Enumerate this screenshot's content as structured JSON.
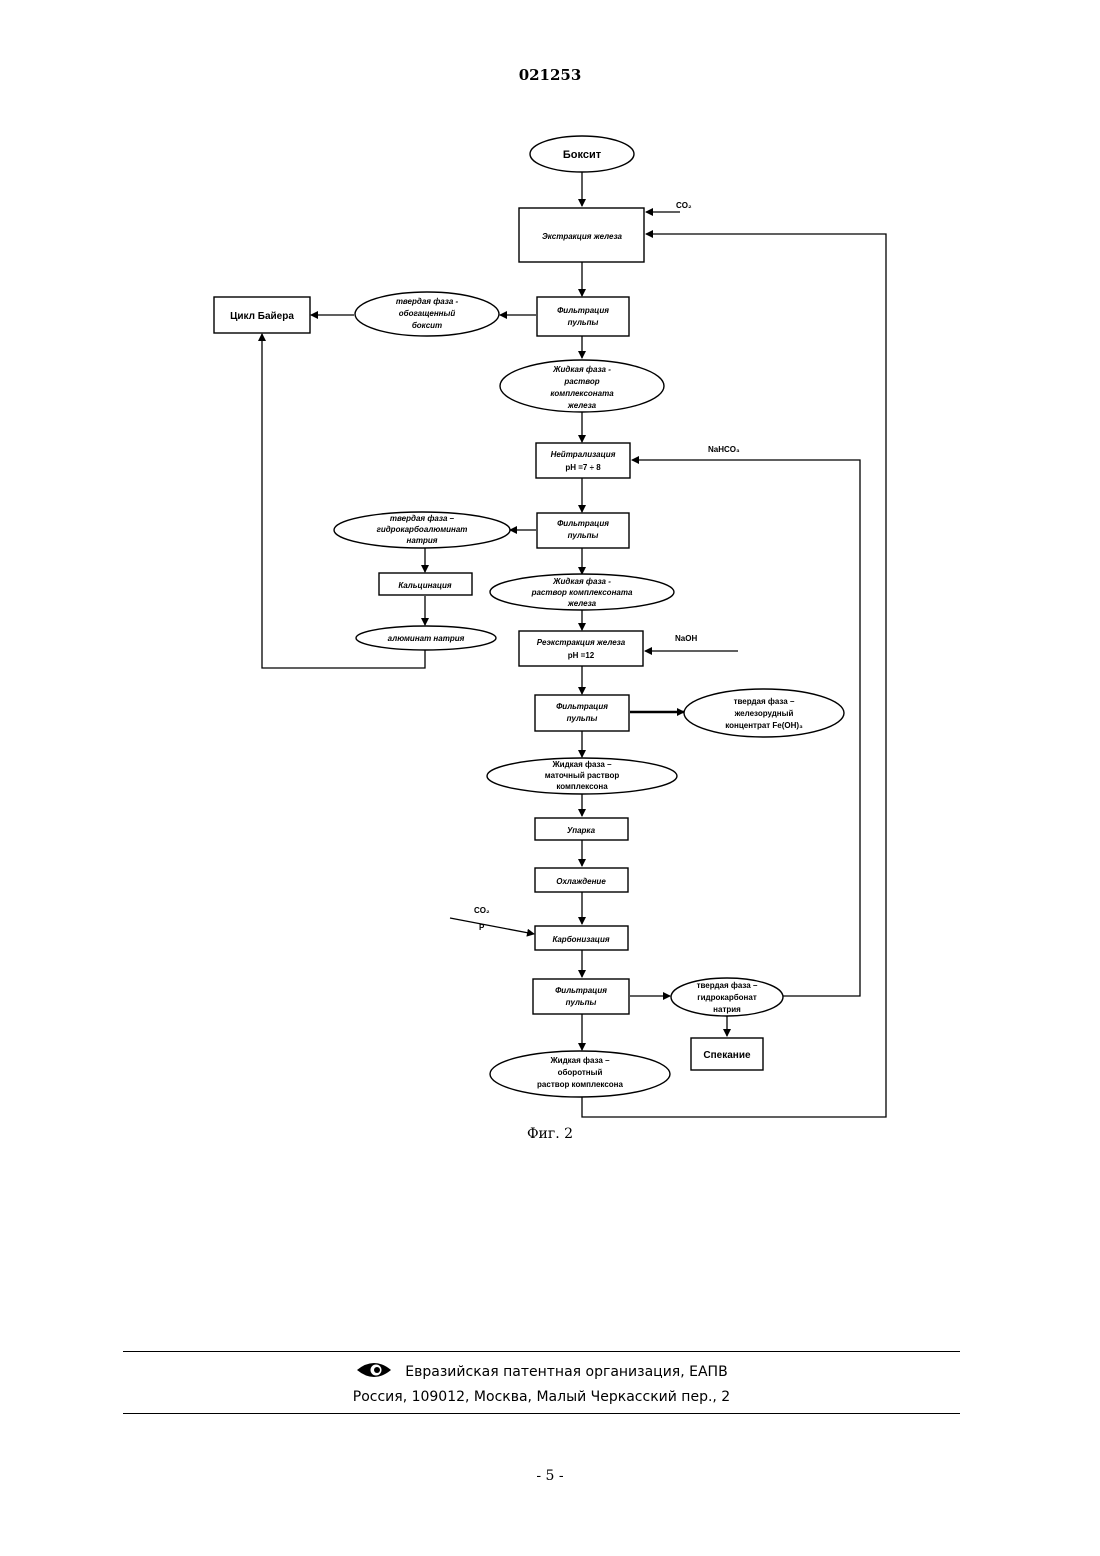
{
  "header": {
    "doc_number": "021253"
  },
  "flowchart": {
    "nodes": {
      "bauxite": "Боксит",
      "co2_top": "CO₂",
      "iron_extraction": "Экстракция железа",
      "bayer_cycle": "Цикл Байера",
      "solid_enriched": [
        "твердая фаза -",
        "обогащенный",
        "боксит"
      ],
      "filtration_1": [
        "Фильтрация",
        "пульпы"
      ],
      "liquid_1": [
        "Жидкая фаза -",
        "раствор",
        "комплексоната",
        "железа"
      ],
      "neutralization": [
        "Нейтрализация",
        "pH =7 ÷ 8"
      ],
      "nahco3": "NaHCO₃",
      "solid_hydrocarboaluminate": [
        "твердая фаза –",
        "гидрокарбоалюминат",
        "натрия"
      ],
      "filtration_2": [
        "Фильтрация",
        "пульпы"
      ],
      "calcination": "Кальцинация",
      "liquid_2": [
        "Жидкая фаза -",
        "раствор комплексоната",
        "железа"
      ],
      "sodium_aluminate": "алюминат натрия",
      "reextraction": [
        "Реэкстракция железа",
        "pH =12"
      ],
      "naoh": "NaOH",
      "filtration_3": [
        "Фильтрация",
        "пульпы"
      ],
      "solid_iron_concentrate": [
        "твердая фаза –",
        "железорудный",
        "концентрат Fe(OH)₃"
      ],
      "liquid_mother": [
        "Жидкая фаза –",
        "маточный раствор",
        "комплексона"
      ],
      "evaporation": "Упарка",
      "cooling": "Охлаждение",
      "co2_left": "CO₂",
      "p_left": "P",
      "carbonization": "Карбонизация",
      "filtration_4": [
        "Фильтрация",
        "пульпы"
      ],
      "solid_hydrocarbonate": [
        "твердая фаза –",
        "гидрокарбонат",
        "натрия"
      ],
      "sintering": "Спекание",
      "liquid_recycle": [
        "Жидкая фаза –",
        "оборотный",
        "раствор комплексона"
      ]
    }
  },
  "caption": "Фиг. 2",
  "footer": {
    "org": "Евразийская патентная организация, ЕАПВ",
    "address": "Россия, 109012, Москва, Малый Черкасский пер., 2"
  },
  "page_number": "- 5 -"
}
